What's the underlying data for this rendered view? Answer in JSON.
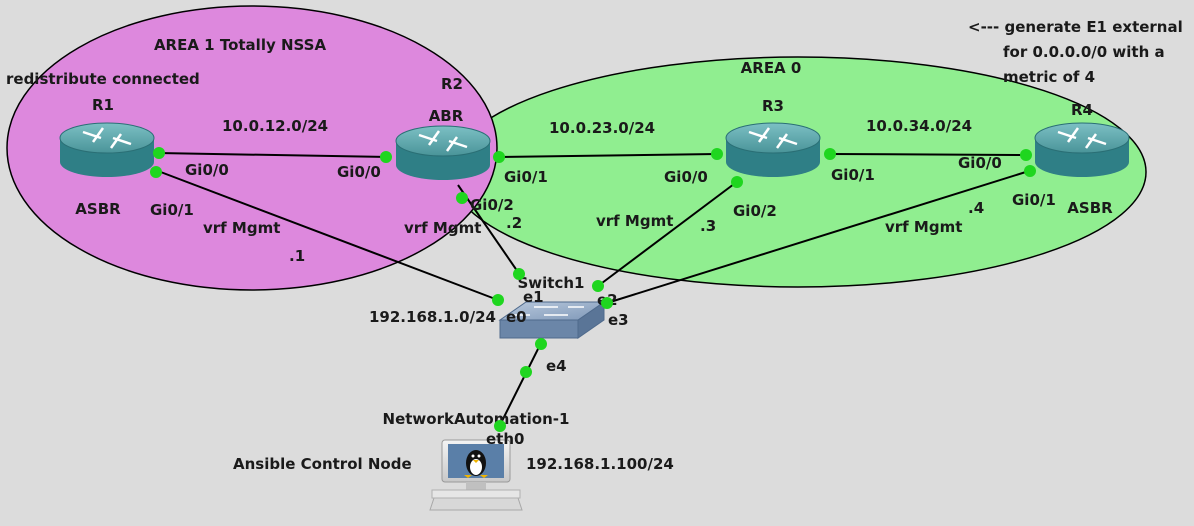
{
  "colors": {
    "background": "#dcdcdc",
    "area1_fill": "#dd88dd",
    "area0_fill": "#90ee90",
    "link": "#000000",
    "port_dot": "#1fd61f",
    "router_top": "#5aa3a8",
    "router_side": "#2f7f86",
    "switch": "#8aa3c2"
  },
  "areas": {
    "area1": {
      "label": "AREA 1 Totally NSSA"
    },
    "area0": {
      "label": "AREA 0"
    }
  },
  "annotations": {
    "r1_note": "redistribute connected",
    "r4_note_line1": "<--- generate E1 external",
    "r4_note_line2": "for 0.0.0.0/0 with a",
    "r4_note_line3": "metric of 4"
  },
  "devices": {
    "r1": {
      "name": "R1",
      "role": "ASBR",
      "icon": "router-icon"
    },
    "r2": {
      "name": "R2",
      "role": "ABR",
      "icon": "router-icon"
    },
    "r3": {
      "name": "R3",
      "icon": "router-icon"
    },
    "r4": {
      "name": "R4",
      "role": "ASBR",
      "icon": "router-icon"
    },
    "switch1": {
      "name": "Switch1",
      "icon": "switch-icon"
    },
    "host": {
      "name": "NetworkAutomation-1",
      "role": "Ansible Control Node",
      "ip": "192.168.1.100/24",
      "icon": "linux-host-icon"
    }
  },
  "subnets": {
    "r1_r2": "10.0.12.0/24",
    "r2_r3": "10.0.23.0/24",
    "r3_r4": "10.0.34.0/24",
    "mgmt": "192.168.1.0/24"
  },
  "ports": {
    "r1_gi00": "Gi0/0",
    "r1_gi01": "Gi0/1",
    "r2_gi00": "Gi0/0",
    "r2_gi01": "Gi0/1",
    "r2_gi02": "Gi0/2",
    "r3_gi00": "Gi0/0",
    "r3_gi01": "Gi0/1",
    "r3_gi02": "Gi0/2",
    "r4_gi00": "Gi0/0",
    "r4_gi01": "Gi0/1",
    "sw_e0": "e0",
    "sw_e1": "e1",
    "sw_e2": "e2",
    "sw_e3": "e3",
    "sw_e4": "e4",
    "host_eth0": "eth0"
  },
  "mgmt_links": {
    "vrf_label": "vrf Mgmt",
    "r1_host": ".1",
    "r2_host": ".2",
    "r3_host": ".3",
    "r4_host": ".4"
  }
}
